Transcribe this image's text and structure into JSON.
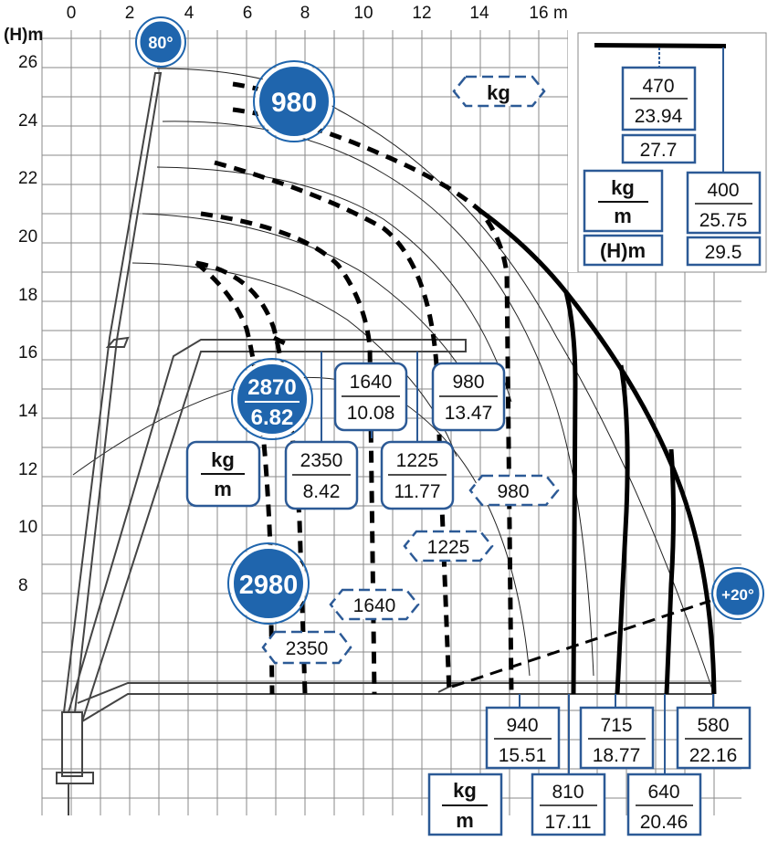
{
  "colors": {
    "accent_blue": "#1f65ad",
    "box_border": "#2c5a96",
    "curve": "#000000",
    "grid": "#8a8a8a",
    "boom": "#444444"
  },
  "axes": {
    "x_ticks": [
      "0",
      "2",
      "4",
      "6",
      "8",
      "10",
      "12",
      "14",
      "16"
    ],
    "x_unit": "m",
    "y_ticks": [
      "26",
      "24",
      "22",
      "20",
      "18",
      "16",
      "14",
      "12",
      "10",
      "8"
    ],
    "y_unit": "(H)m"
  },
  "angles": {
    "max": "80°",
    "min": "+20°"
  },
  "badges": {
    "top": "980",
    "mid_load": "2870",
    "mid_reach": "6.82",
    "bottom": "2980"
  },
  "legend_kg": "kg",
  "legend_unit_kg": "kg",
  "legend_unit_m": "m",
  "jib_boxes": [
    {
      "kg": "1640",
      "m": "10.08"
    },
    {
      "kg": "980",
      "m": "13.47"
    },
    {
      "kg": "2350",
      "m": "8.42"
    },
    {
      "kg": "1225",
      "m": "11.77"
    }
  ],
  "hex_labels": [
    "980",
    "1225",
    "1640",
    "2350"
  ],
  "ext_boxes": [
    {
      "kg": "940",
      "m": "15.51"
    },
    {
      "kg": "715",
      "m": "18.77"
    },
    {
      "kg": "580",
      "m": "22.16"
    },
    {
      "kg": "810",
      "m": "17.11"
    },
    {
      "kg": "640",
      "m": "20.46"
    }
  ],
  "inset": {
    "left_kg": "470",
    "left_m": "23.94",
    "left_h": "27.7",
    "right_kg": "400",
    "right_m": "25.75",
    "right_h": "29.5",
    "unit_kg": "kg",
    "unit_m": "m",
    "unit_h": "(H)m"
  }
}
